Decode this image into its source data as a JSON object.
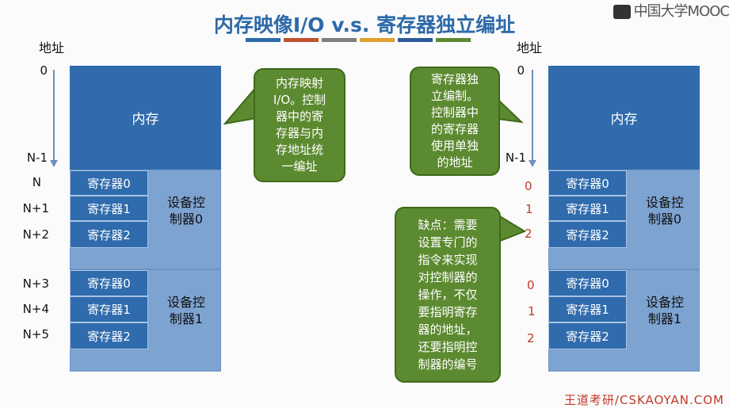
{
  "title": "内存映像I/O  v.s.  寄存器独立编址",
  "title_bar_colors": [
    "#2e6aa8",
    "#c0522b",
    "#7f7f7f",
    "#e0a030",
    "#2e5a9a",
    "#5c8a30"
  ],
  "logo": "中国大学MOOC",
  "footer": "王道考研/CSKAOYAN.COM",
  "left": {
    "address_label": "地址",
    "addresses": [
      "0",
      "N-1",
      "N",
      "N+1",
      "N+2",
      "N+3",
      "N+4",
      "N+5"
    ],
    "memory_label": "内存",
    "controllers": [
      {
        "label": "设备控\n制器0",
        "registers": [
          "寄存器0",
          "寄存器1",
          "寄存器2"
        ]
      },
      {
        "label": "设备控\n制器1",
        "registers": [
          "寄存器0",
          "寄存器1",
          "寄存器2"
        ]
      }
    ],
    "callout": "内存映射\nI/O。控制\n器中的寄\n存器与内\n存地址统\n一编址"
  },
  "right": {
    "address_label": "地址",
    "addresses": [
      "0",
      "N-1"
    ],
    "memory_label": "内存",
    "controllers": [
      {
        "label": "设备控\n制器0",
        "registers": [
          "寄存器0",
          "寄存器1",
          "寄存器2"
        ],
        "numbers": [
          "0",
          "1",
          "2"
        ]
      },
      {
        "label": "设备控\n制器1",
        "registers": [
          "寄存器0",
          "寄存器1",
          "寄存器2"
        ],
        "numbers": [
          "0",
          "1",
          "2"
        ]
      }
    ],
    "callout_top": "寄存器独\n立编制。\n控制器中\n的寄存器\n使用单独\n的地址",
    "callout_bottom": "缺点：需要\n设置专门的\n指令来实现\n对控制器的\n操作，不仅\n要指明寄存\n器的地址，\n还要指明控\n制器的编号"
  }
}
